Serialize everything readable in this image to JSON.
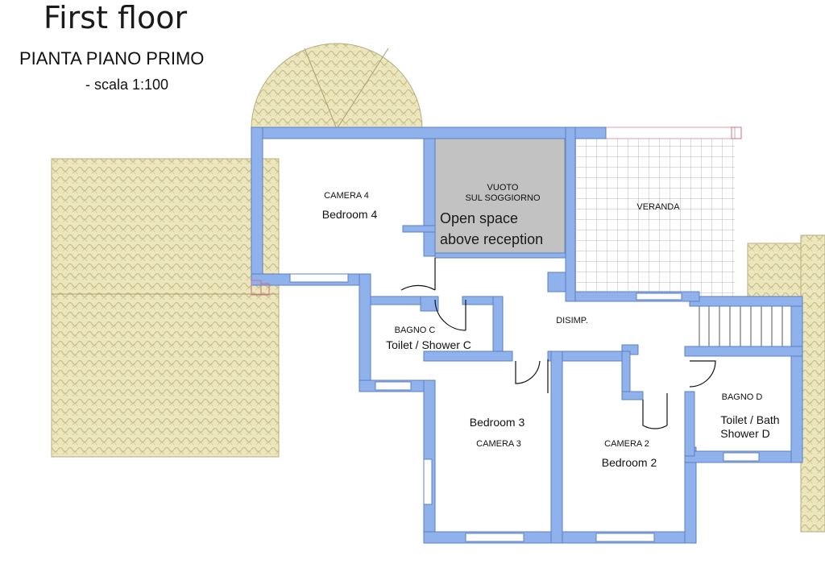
{
  "header": {
    "title": "First floor",
    "subtitle": "PIANTA PIANO PRIMO",
    "scale": "- scala 1:100"
  },
  "rooms": {
    "camera4": {
      "it": "CAMERA 4",
      "en": "Bedroom 4"
    },
    "vuoto": {
      "it_line1": "VUOTO",
      "it_line2": "SUL SOGGIORNO",
      "en_line1": "Open space",
      "en_line2": "above reception"
    },
    "veranda": {
      "it": "VERANDA"
    },
    "bagno_c": {
      "it": "BAGNO C",
      "en": "Toilet / Shower C"
    },
    "disimp": {
      "it": "DISIMP."
    },
    "camera3": {
      "en": "Bedroom 3",
      "it": "CAMERA 3"
    },
    "camera2": {
      "it": "CAMERA 2",
      "en": "Bedroom 2"
    },
    "bagno_d": {
      "it": "BAGNO D",
      "en_line1": "Toilet / Bath",
      "en_line2": "Shower D"
    }
  },
  "colors": {
    "wall": "#8fb2ec",
    "wall_outline": "#5f7fc2",
    "roof_tile": "#ece6bd",
    "roof_pattern": "#c9bf8c",
    "void": "#c2c2c2",
    "grid": "#b9b9b9"
  }
}
